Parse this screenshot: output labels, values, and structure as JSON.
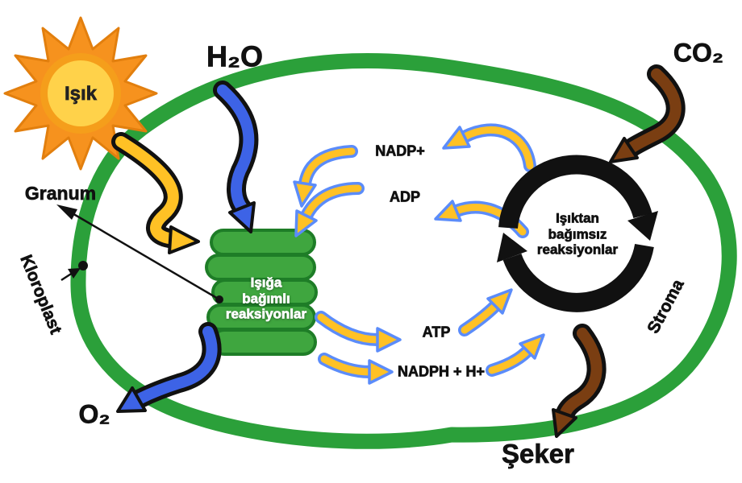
{
  "labels": {
    "light": "Işık",
    "water": "H₂O",
    "carbon_dioxide": "CO₂",
    "granum": "Granum",
    "chloroplast": "Kloroplast",
    "nadp": "NADP+",
    "adp": "ADP",
    "atp": "ATP",
    "nadph": "NADPH + H+",
    "light_dependent": {
      "line1": "Işığa",
      "line2": "bağımlı",
      "line3": "reaksiyonlar"
    },
    "light_independent": {
      "line1": "Işıktan",
      "line2": "bağımsız",
      "line3": "reaksiyonlar"
    },
    "stroma": "Stroma",
    "oxygen": "O₂",
    "sugar": "Şeker"
  },
  "colors": {
    "membrane_green": "#2ba03a",
    "grana_fill": "#3fa63f",
    "grana_stroke": "#1e7d27",
    "arrow_yellow": "#ffc125",
    "arrow_outline_blue": "#5b8cfa",
    "arrow_blue": "#3d63e6",
    "arrow_brown": "#7a3e12",
    "outline_black": "#111111",
    "sun_ray": "#f6921e",
    "sun_ring": "#f59e1b",
    "sun_core": "#ffd24a"
  }
}
